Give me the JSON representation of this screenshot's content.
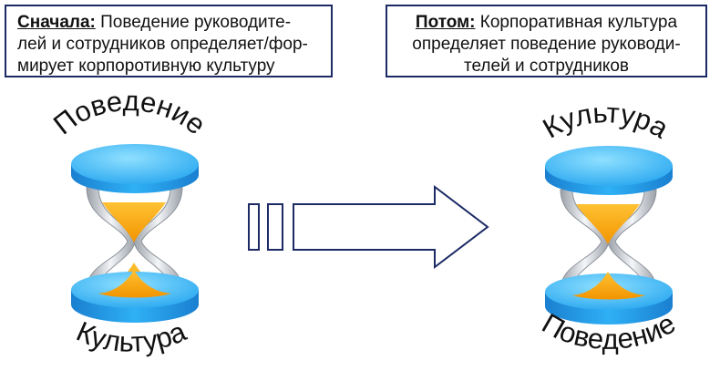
{
  "left_box": {
    "lead": "Сначала:",
    "line1": " Поведение руководите-",
    "line2": "лей и сотрудников определяет/фор-",
    "line3": "мирует корпоротивную культуру"
  },
  "right_box": {
    "lead": "Потом:",
    "line1": " Корпоративная культура",
    "line2": "определяет поведение руководи-",
    "line3": "телей и сотрудников"
  },
  "left_hourglass": {
    "top_label": "Поведение",
    "bottom_label": "Культура"
  },
  "right_hourglass": {
    "top_label": "Культура",
    "bottom_label": "Поведение"
  },
  "colors": {
    "disc_blue": "#2aa8f0",
    "sand_orange": "#f7a000",
    "outline": "#1c2a66"
  }
}
